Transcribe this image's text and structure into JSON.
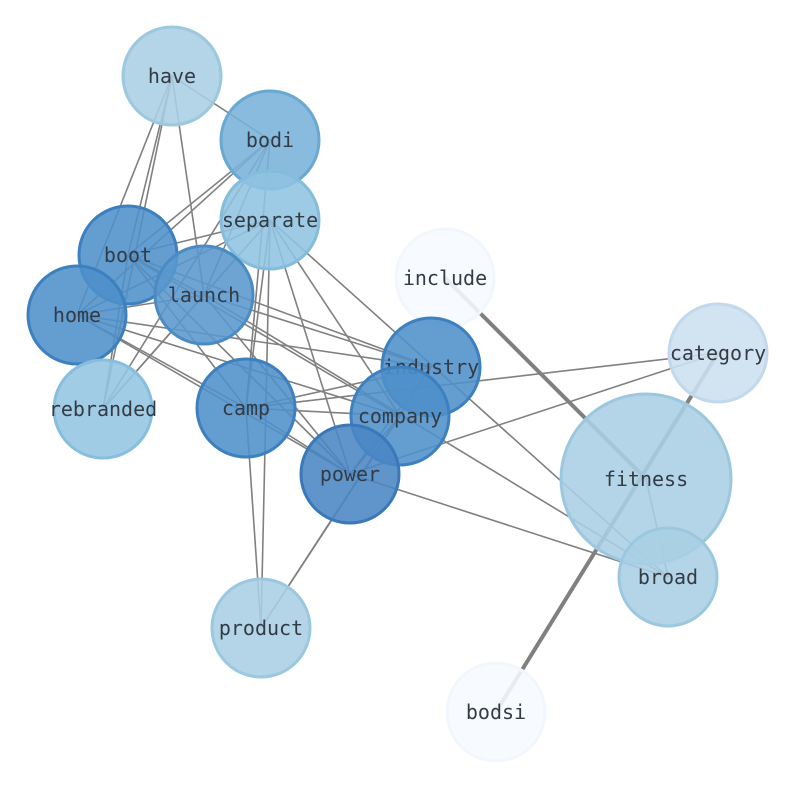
{
  "nodes": [
    {
      "id": "have",
      "label": "have",
      "fill": "#a8cfe4",
      "stroke": "#9cc8df"
    },
    {
      "id": "bodi",
      "label": "bodi",
      "fill": "#77b2da",
      "stroke": "#6aa8d4"
    },
    {
      "id": "separate",
      "label": "separate",
      "fill": "#8fc3e1",
      "stroke": "#84bcdc"
    },
    {
      "id": "boot",
      "label": "boot",
      "fill": "#4f8fc9",
      "stroke": "#3d80bf"
    },
    {
      "id": "launch",
      "label": "launch",
      "fill": "#5a97cd",
      "stroke": "#4a8bc4"
    },
    {
      "id": "home",
      "label": "home",
      "fill": "#4f8fc9",
      "stroke": "#3d80bf"
    },
    {
      "id": "rebranded",
      "label": "rebranded",
      "fill": "#94c5e2",
      "stroke": "#88bedd"
    },
    {
      "id": "include",
      "label": "include",
      "fill": "#f6faff",
      "stroke": "#f1f7fd"
    },
    {
      "id": "category",
      "label": "category",
      "fill": "#ccdff0",
      "stroke": "#c2d8ec"
    },
    {
      "id": "industry",
      "label": "industry",
      "fill": "#4f8fc9",
      "stroke": "#3d80bf"
    },
    {
      "id": "company",
      "label": "company",
      "fill": "#4f8fc9",
      "stroke": "#3d80bf"
    },
    {
      "id": "camp",
      "label": "camp",
      "fill": "#4f8fc9",
      "stroke": "#3d80bf"
    },
    {
      "id": "power",
      "label": "power",
      "fill": "#4a86c4",
      "stroke": "#3a78b8"
    },
    {
      "id": "fitness",
      "label": "fitness",
      "fill": "#a8cfe4",
      "stroke": "#9cc8df"
    },
    {
      "id": "broad",
      "label": "broad",
      "fill": "#a8cfe4",
      "stroke": "#9cc8df"
    },
    {
      "id": "product",
      "label": "product",
      "fill": "#a8cfe4",
      "stroke": "#9cc8df"
    },
    {
      "id": "bodsi",
      "label": "bodsi",
      "fill": "#f6faff",
      "stroke": "#f1f7fd"
    }
  ],
  "edges": [
    [
      "have",
      "bodi"
    ],
    [
      "have",
      "boot"
    ],
    [
      "have",
      "home"
    ],
    [
      "have",
      "launch"
    ],
    [
      "have",
      "rebranded"
    ],
    [
      "bodi",
      "boot"
    ],
    [
      "bodi",
      "home"
    ],
    [
      "bodi",
      "camp"
    ],
    [
      "bodi",
      "launch"
    ],
    [
      "bodi",
      "rebranded"
    ],
    [
      "separate",
      "boot"
    ],
    [
      "separate",
      "home"
    ],
    [
      "separate",
      "camp"
    ],
    [
      "separate",
      "power"
    ],
    [
      "separate",
      "company"
    ],
    [
      "separate",
      "broad"
    ],
    [
      "separate",
      "rebranded"
    ],
    [
      "separate",
      "product"
    ],
    [
      "boot",
      "launch"
    ],
    [
      "boot",
      "industry"
    ],
    [
      "boot",
      "company"
    ],
    [
      "boot",
      "camp"
    ],
    [
      "boot",
      "power"
    ],
    [
      "boot",
      "rebranded"
    ],
    [
      "home",
      "launch"
    ],
    [
      "home",
      "industry"
    ],
    [
      "home",
      "company"
    ],
    [
      "home",
      "camp"
    ],
    [
      "home",
      "power"
    ],
    [
      "launch",
      "industry"
    ],
    [
      "launch",
      "power"
    ],
    [
      "launch",
      "broad"
    ],
    [
      "launch",
      "rebranded"
    ],
    [
      "industry",
      "camp"
    ],
    [
      "industry",
      "power"
    ],
    [
      "industry",
      "product"
    ],
    [
      "company",
      "camp"
    ],
    [
      "company",
      "power"
    ],
    [
      "company",
      "product"
    ],
    [
      "camp",
      "power"
    ],
    [
      "camp",
      "product"
    ],
    [
      "camp",
      "category"
    ],
    [
      "power",
      "category"
    ],
    [
      "power",
      "broad"
    ],
    [
      "include",
      "fitness",
      "heavy"
    ],
    [
      "fitness",
      "broad"
    ],
    [
      "category",
      "bodsi",
      "heavy"
    ]
  ]
}
